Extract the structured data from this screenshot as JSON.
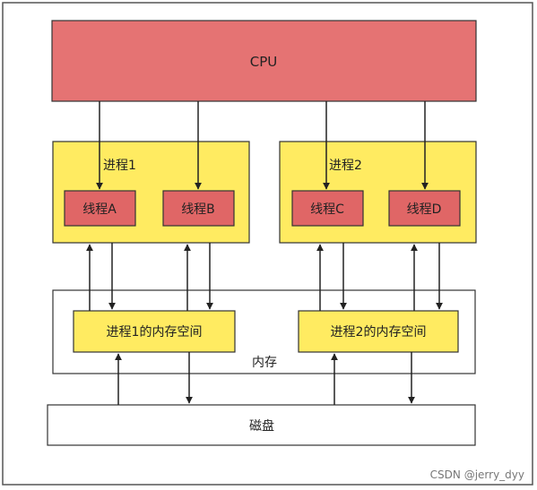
{
  "cpu": {
    "label": "CPU"
  },
  "processes": [
    {
      "label": "进程1",
      "threads": [
        "线程A",
        "线程B"
      ]
    },
    {
      "label": "进程2",
      "threads": [
        "线程C",
        "线程D"
      ]
    }
  ],
  "memory": {
    "label": "内存",
    "spaces": [
      "进程1的内存空间",
      "进程2的内存空间"
    ]
  },
  "disk": {
    "label": "磁盘"
  },
  "watermark": "CSDN @jerry_dyy",
  "colors": {
    "cpu_fill": "#E57373",
    "process_fill": "#FFEB61",
    "thread_fill": "#E06666",
    "space_fill": "#FFEB61",
    "stroke": "#333333",
    "frame": "#555555"
  }
}
